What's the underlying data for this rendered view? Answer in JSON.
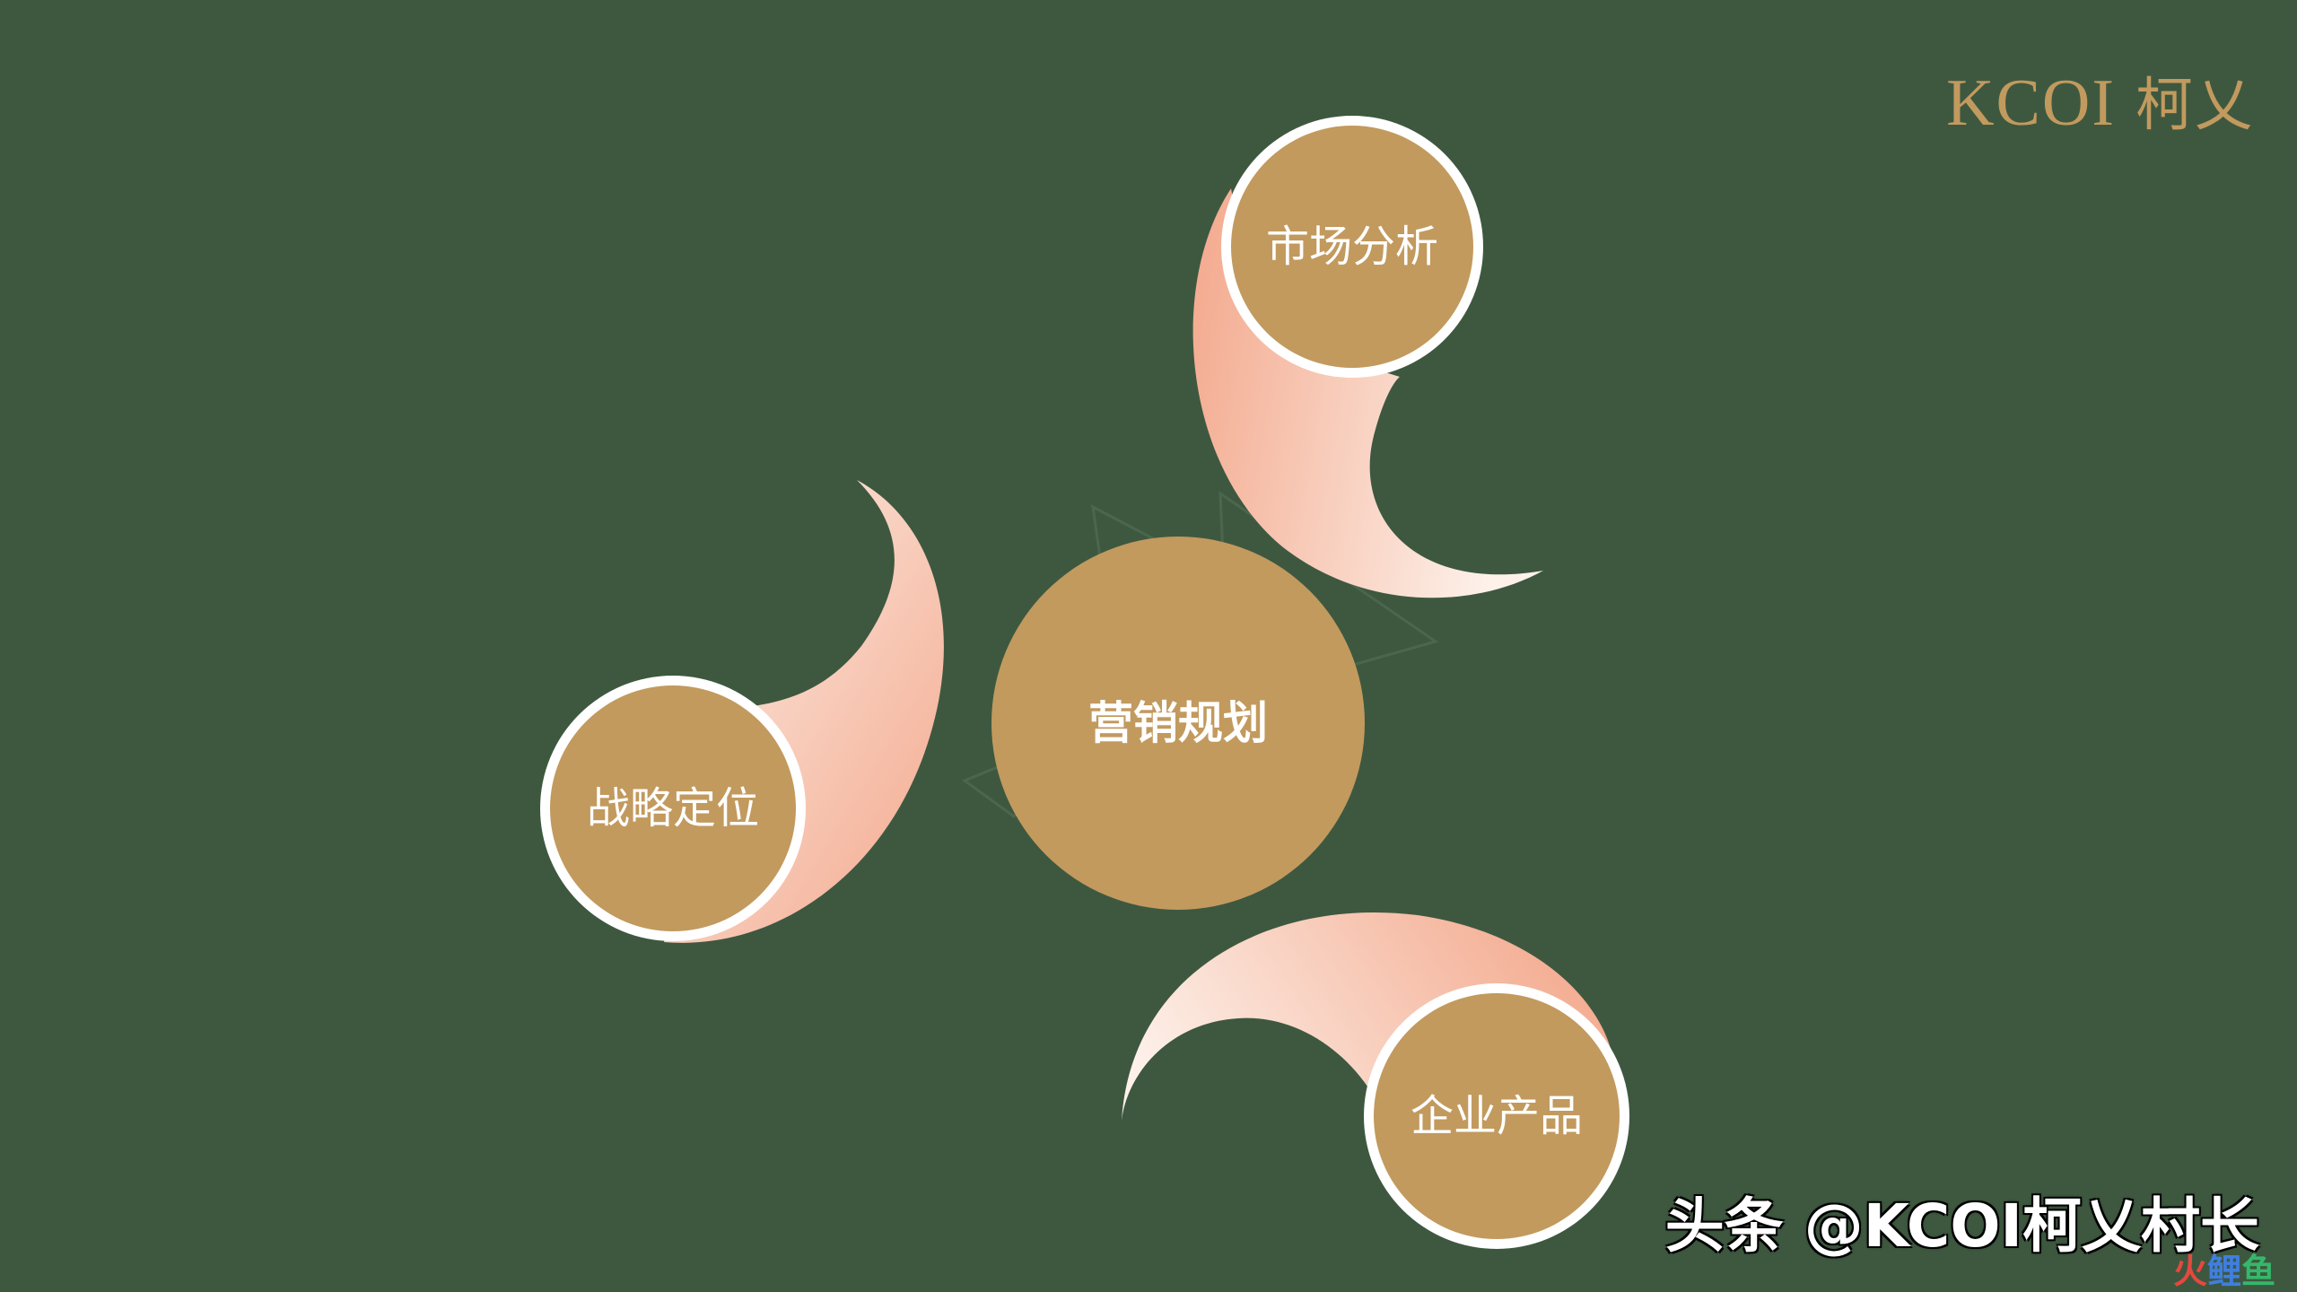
{
  "slide": {
    "background_color": "#3e5840",
    "accent_color": "#c29a5e",
    "ring_color": "#ffffff",
    "swirl_color_dark": "#f3a88c",
    "swirl_color_light": "#fdf1ea"
  },
  "logo": {
    "latin": "KCOI",
    "chinese": "柯乂"
  },
  "center_node": {
    "label": "营销规划"
  },
  "nodes": [
    {
      "id": "market",
      "label": "市场分析"
    },
    {
      "id": "strategy",
      "label": "战略定位"
    },
    {
      "id": "product",
      "label": "企业产品"
    }
  ],
  "watermark": {
    "text": "头条 @KCOI柯乂村长",
    "sub1": "火",
    "sub2": "鲤",
    "sub3": "鱼"
  }
}
